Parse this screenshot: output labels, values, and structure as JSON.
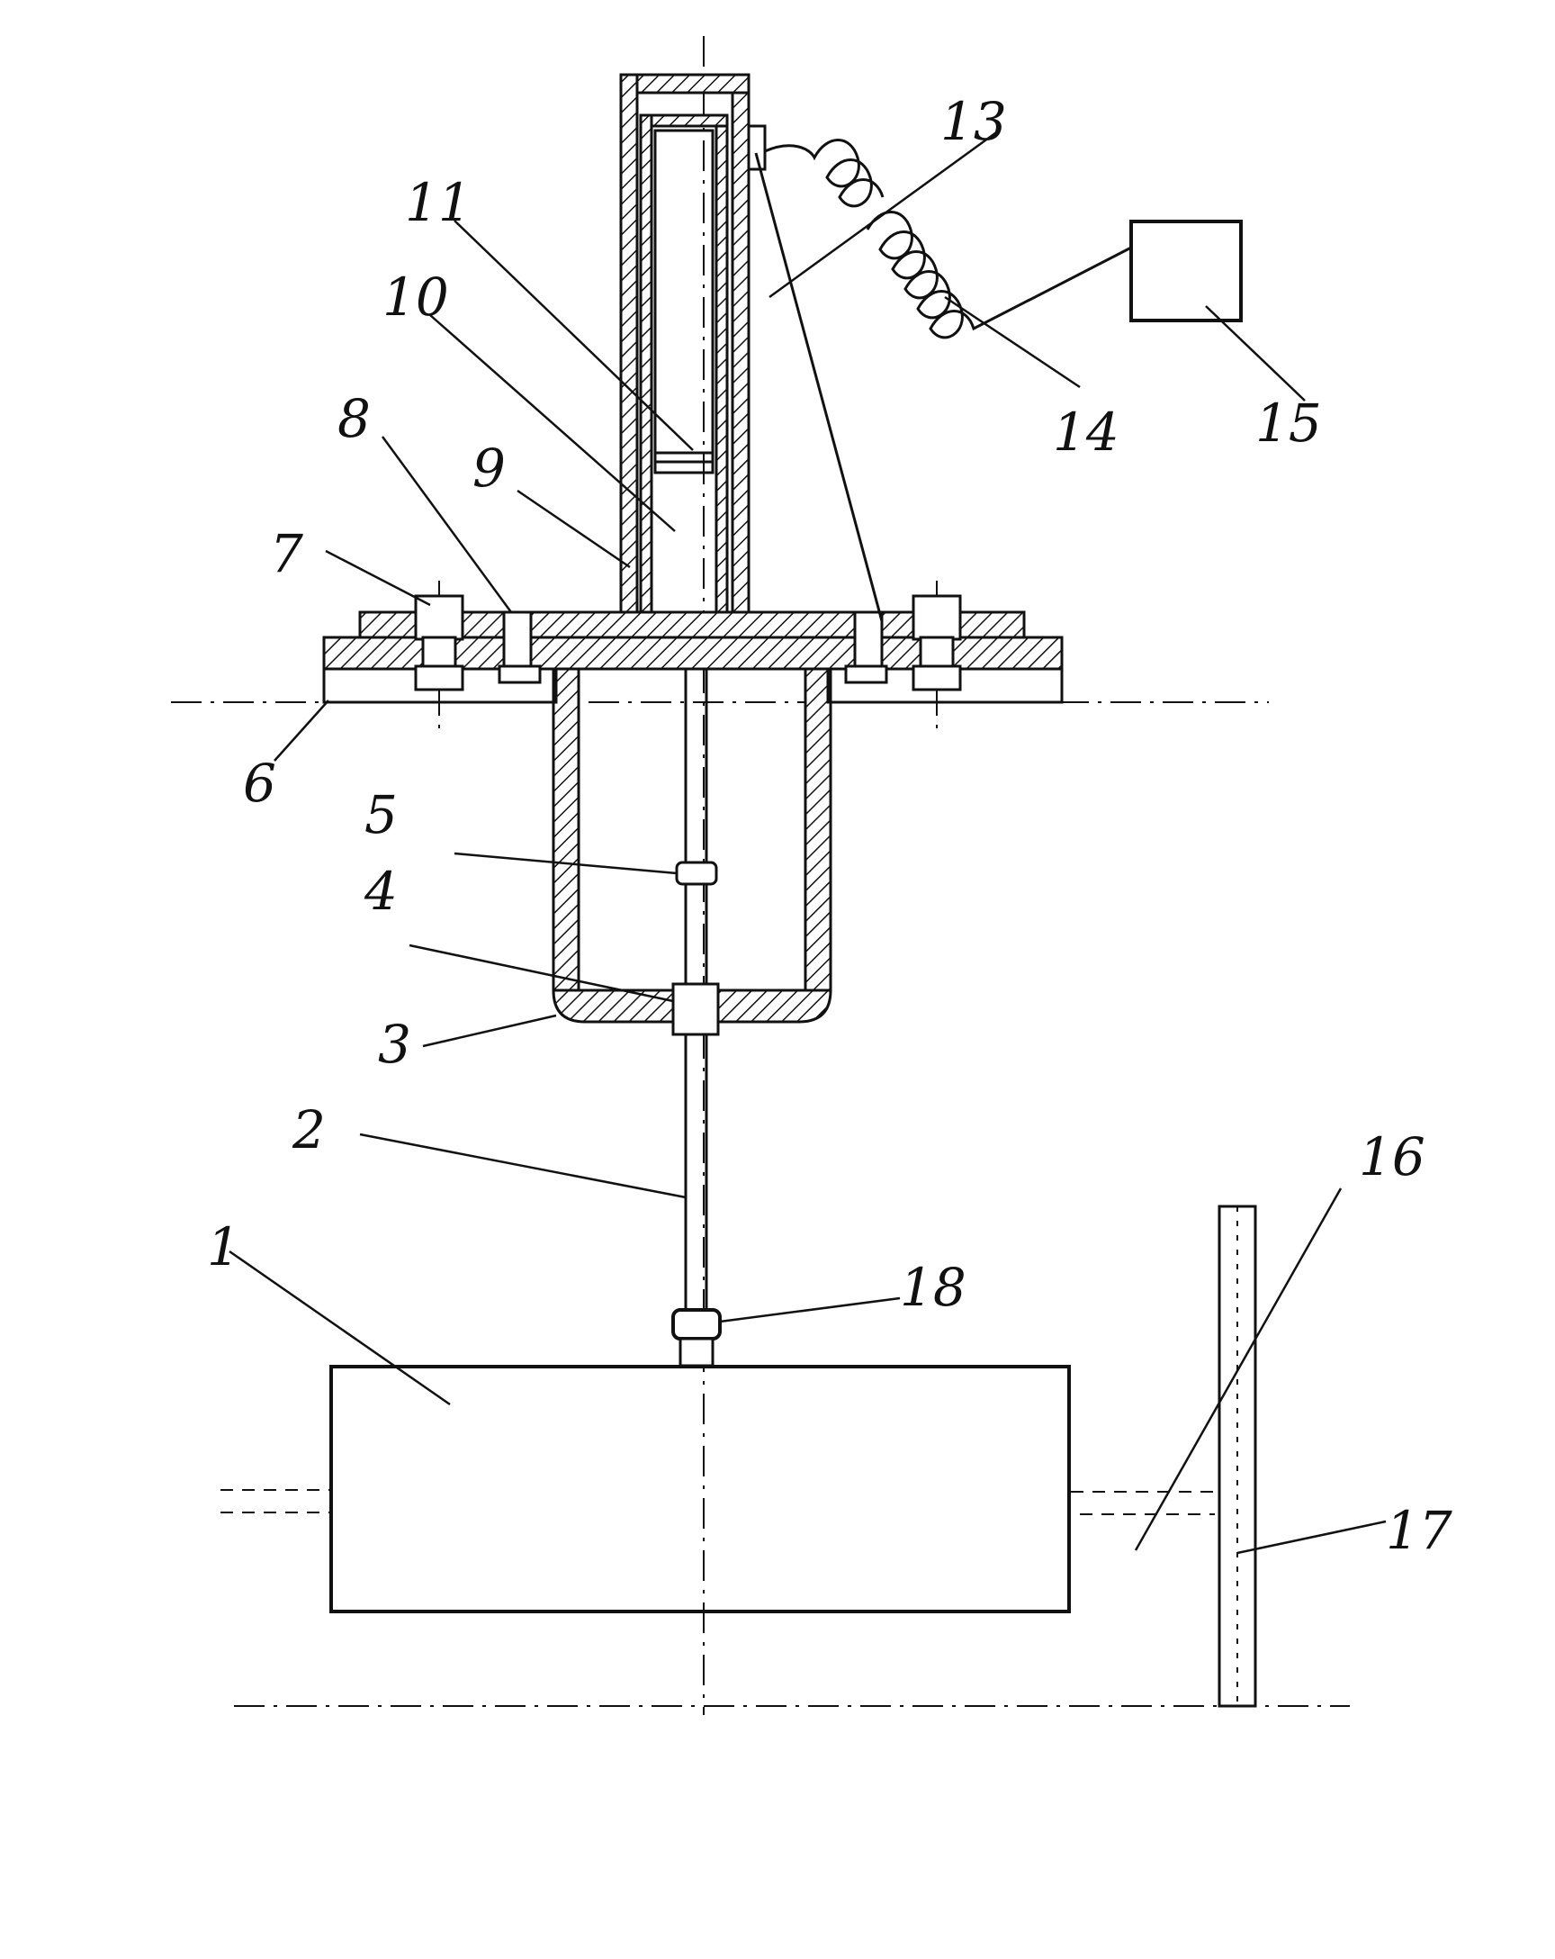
{
  "labels": {
    "l1": "1",
    "l2": "2",
    "l3": "3",
    "l4": "4",
    "l5": "5",
    "l6": "6",
    "l7": "7",
    "l8": "8",
    "l9": "9",
    "l10": "10",
    "l11": "11",
    "l13": "13",
    "l14": "14",
    "l15": "15",
    "l16": "16",
    "l17": "17",
    "l18": "18"
  }
}
